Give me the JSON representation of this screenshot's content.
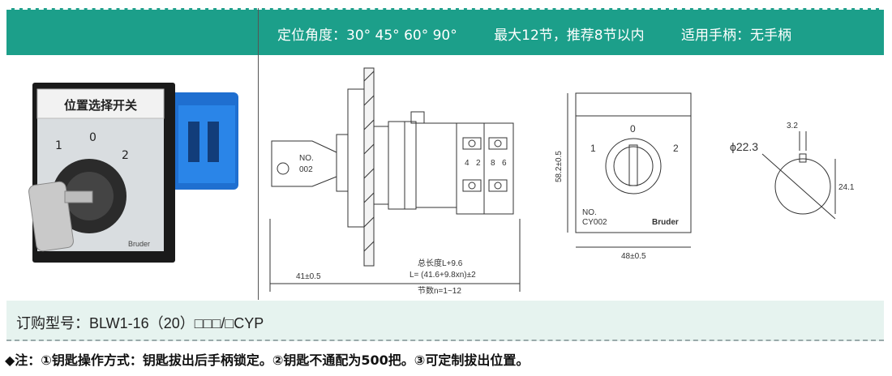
{
  "header": {
    "angle": "定位角度：30° 45° 60° 90°",
    "max_sections": "最大12节，推荐8节以内",
    "handle": "适用手柄：无手柄"
  },
  "photo": {
    "label_plate": "位置选择开关",
    "pos_1": "1",
    "pos_0": "0",
    "pos_2": "2",
    "brand": "Bruder"
  },
  "side_view": {
    "key_no": "NO.",
    "key_code": "002",
    "terminal_1": "4",
    "terminal_2": "2",
    "terminal_3": "8",
    "terminal_4": "6",
    "dim_front": "41±0.5",
    "dim_total": "总长度L+9.6",
    "dim_L": "L= (41.6+9.8xn)±2",
    "dim_sections": "节数n=1~12"
  },
  "front_view": {
    "pos_1": "1",
    "pos_0": "0",
    "pos_2": "2",
    "no_label": "NO.",
    "code": "CY002",
    "brand": "Bruder",
    "dim_height": "58.2±0.5",
    "dim_width": "48±0.5"
  },
  "cutout": {
    "diameter": "ϕ22.3",
    "key_width": "3.2",
    "flat_height": "24.1"
  },
  "footer": {
    "model": "订购型号：BLW1-16（20）□□□/□CYP",
    "note": "◆注：①钥匙操作方式：钥匙拔出后手柄锁定。②钥匙不通配为500把。③可定制拔出位置。"
  }
}
